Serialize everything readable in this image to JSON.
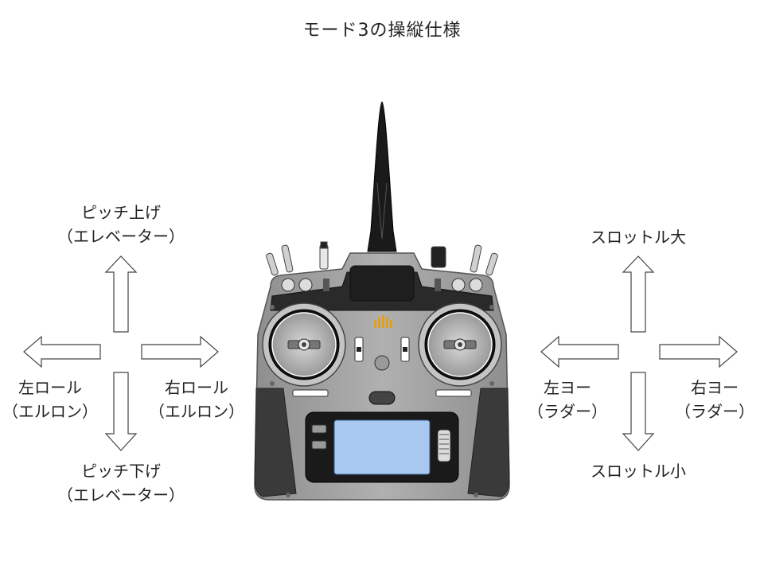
{
  "title": "モード3の操縦仕様",
  "left_stick": {
    "up": {
      "line1": "ピッチ上げ",
      "line2": "（エレベーター）"
    },
    "down": {
      "line1": "ピッチ下げ",
      "line2": "（エレベーター）"
    },
    "left": {
      "line1": "左ロール",
      "line2": "（エルロン）"
    },
    "right": {
      "line1": "右ロール",
      "line2": "（エルロン）"
    }
  },
  "right_stick": {
    "up": {
      "line1": "スロットル大"
    },
    "down": {
      "line1": "スロットル小"
    },
    "left": {
      "line1": "左ヨー",
      "line2": "（ラダー）"
    },
    "right": {
      "line1": "右ヨー",
      "line2": "（ラダー）"
    }
  },
  "colors": {
    "body": "#a6a6a6",
    "antenna": "#1a1a1a",
    "screen": "#a8c8f0",
    "accent": "#e0a020",
    "arrow_stroke": "#444444"
  },
  "icons": {
    "transmitter": "rc-transmitter-image",
    "arrows": "hollow-block-arrow"
  }
}
